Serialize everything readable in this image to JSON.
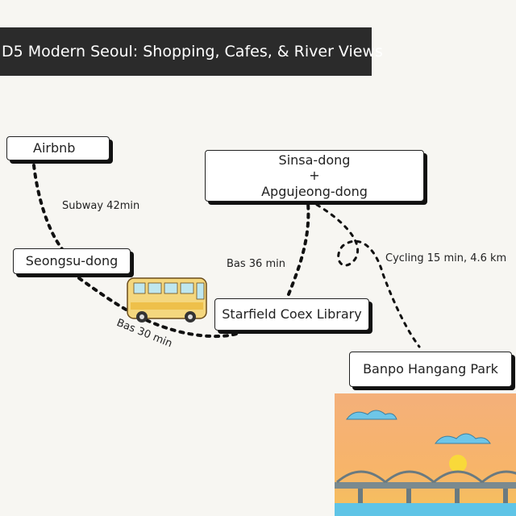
{
  "title": "D5 Modern Seoul: Shopping, Cafes, & River Views",
  "nodes": {
    "airbnb": "Airbnb",
    "seongsu": "Seongsu-dong",
    "sinsa": [
      "Sinsa-dong",
      "+",
      "Apgujeong-dong"
    ],
    "coex": "Starfield Coex Library",
    "banpo": "Banpo Hangang Park"
  },
  "routes": {
    "airbnb_seongsu": "Subway 42min",
    "seongsu_coex": "Bas 30 min",
    "coex_sinsa": "Bas 36 min",
    "sinsa_banpo": "Cycling 15 min, 4.6 km"
  },
  "icons": {
    "bus": "bus-icon",
    "sunset": "sunset-bridge-illustration"
  },
  "colors": {
    "title_bg": "#2b2b2b",
    "background": "#f7f6f2",
    "route": "#111111"
  }
}
